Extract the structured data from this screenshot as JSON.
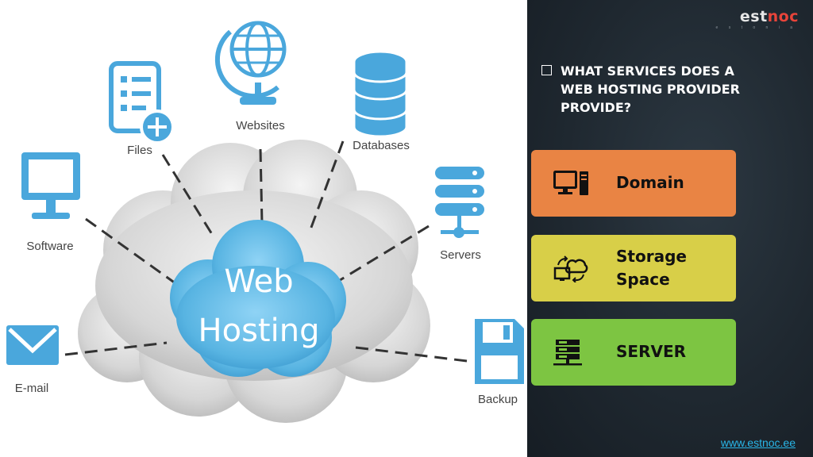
{
  "diagram": {
    "center": {
      "line1": "Web",
      "line2": "Hosting"
    },
    "items": [
      {
        "label": "Files",
        "icon": "file-add-icon"
      },
      {
        "label": "Websites",
        "icon": "globe-icon"
      },
      {
        "label": "Databases",
        "icon": "database-icon"
      },
      {
        "label": "Software",
        "icon": "monitor-icon"
      },
      {
        "label": "Servers",
        "icon": "server-stack-icon"
      },
      {
        "label": "E-mail",
        "icon": "envelope-icon"
      },
      {
        "label": "Backup",
        "icon": "floppy-disk-icon"
      }
    ]
  },
  "brand": {
    "logo_prefix": "est",
    "logo_accent": "noc",
    "logo_tagline": "e s t o n i a"
  },
  "question": "WHAT SERVICES DOES A WEB HOSTING PROVIDER PROVIDE?",
  "services": [
    {
      "label": "Domain",
      "icon": "computer-icon",
      "color": "#e98444"
    },
    {
      "label": "Storage Space",
      "icon": "cloud-sync-icon",
      "color": "#d8cf48"
    },
    {
      "label": "SERVER",
      "icon": "server-icon",
      "color": "#7dc542"
    }
  ],
  "footer": {
    "url": "www.estnoc.ee"
  },
  "colors": {
    "cloud_blue": "#5cb8e4",
    "cloud_grey": "#d9d9d9",
    "icon_blue": "#4aa7dc",
    "panel_bg": "#1f2830",
    "link": "#29b6e8"
  }
}
